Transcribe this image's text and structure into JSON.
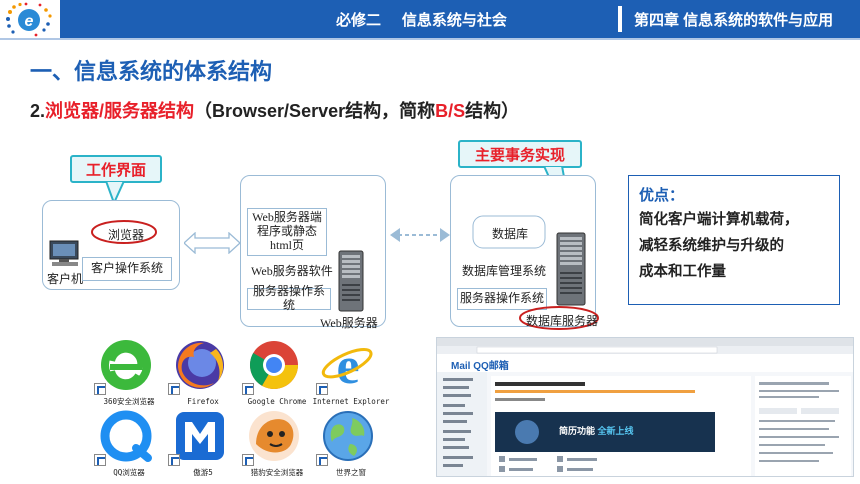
{
  "header": {
    "course": "必修二",
    "topic": "信息系统与社会",
    "chapter": "第四章 信息系统的软件与应用"
  },
  "section_title": "一、信息系统的体系结构",
  "subtitle": {
    "prefix": "2.",
    "red_part": "浏览器/服务器结构",
    "middle": "（Browser/Server结构，简称",
    "red_abbr": "B/S",
    "suffix": "结构）"
  },
  "diagram": {
    "callout_left": "工作界面",
    "callout_right": "主要事务实现",
    "client": {
      "browser": "浏览器",
      "os": "客户操作系统",
      "label": "客户机"
    },
    "web_server": {
      "page": "Web服务器端程序或静态html页",
      "software": "Web服务器软件",
      "os": "服务器操作系统",
      "label": "Web服务器"
    },
    "db_server": {
      "db": "数据库",
      "dbms": "数据库管理系统",
      "os": "服务器操作系统",
      "label": "数据库服务器"
    }
  },
  "advantages": {
    "heading": "优点：",
    "lines": [
      "简化客户端计算机载荷，",
      "减轻系统维护与升级的",
      "成本和工作量"
    ]
  },
  "browsers": [
    {
      "name": "360安全浏览器",
      "icon": "360-browser-icon"
    },
    {
      "name": "Firefox",
      "icon": "firefox-icon"
    },
    {
      "name": "Google Chrome",
      "icon": "chrome-icon"
    },
    {
      "name": "Internet Explorer",
      "icon": "ie-icon"
    },
    {
      "name": "QQ浏览器",
      "icon": "qq-browser-icon"
    },
    {
      "name": "傲游5",
      "icon": "maxthon-icon"
    },
    {
      "name": "猎豹安全浏览器",
      "icon": "liebao-icon"
    },
    {
      "name": "世界之窗",
      "icon": "theworld-icon"
    }
  ],
  "screenshot": {
    "brand": "Mail QQ邮箱",
    "promo_line1": "简历功能",
    "promo_line2": "全新上线"
  },
  "colors": {
    "primary": "#1d5fb4",
    "accent": "#e8202a",
    "callout_border": "#2bb3c8"
  }
}
